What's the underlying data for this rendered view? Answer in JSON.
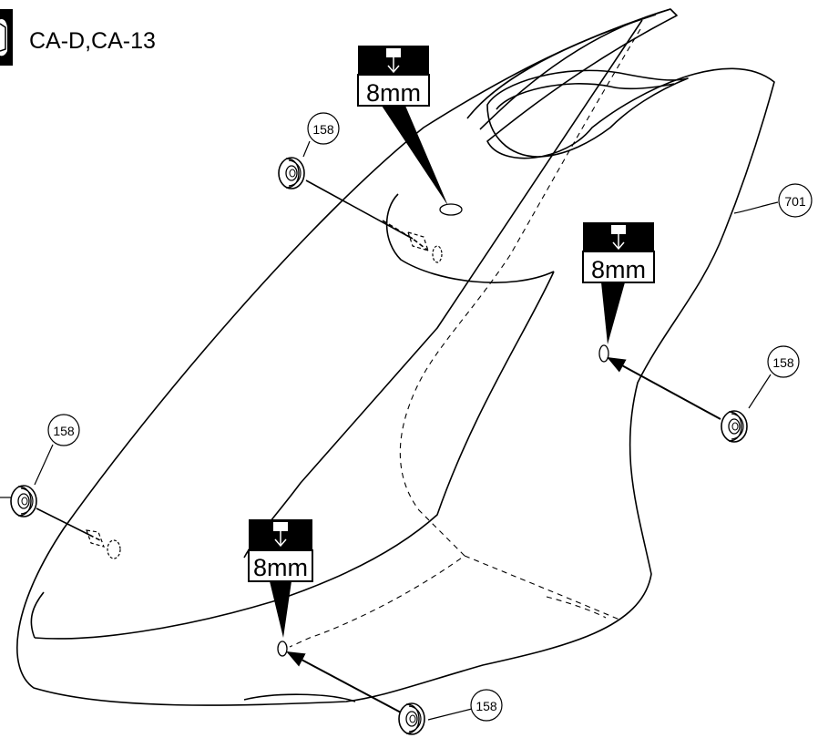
{
  "header": {
    "model_text": "CA-D,CA-13",
    "model_icon": "chassis-icon"
  },
  "drill_labels": [
    "8mm",
    "8mm",
    "8mm"
  ],
  "drill_icon": "drill-bit-icon",
  "part_callouts": {
    "body_part": "701",
    "grommet_part": "158"
  },
  "colors": {
    "ink": "#000000",
    "paper": "#ffffff"
  }
}
